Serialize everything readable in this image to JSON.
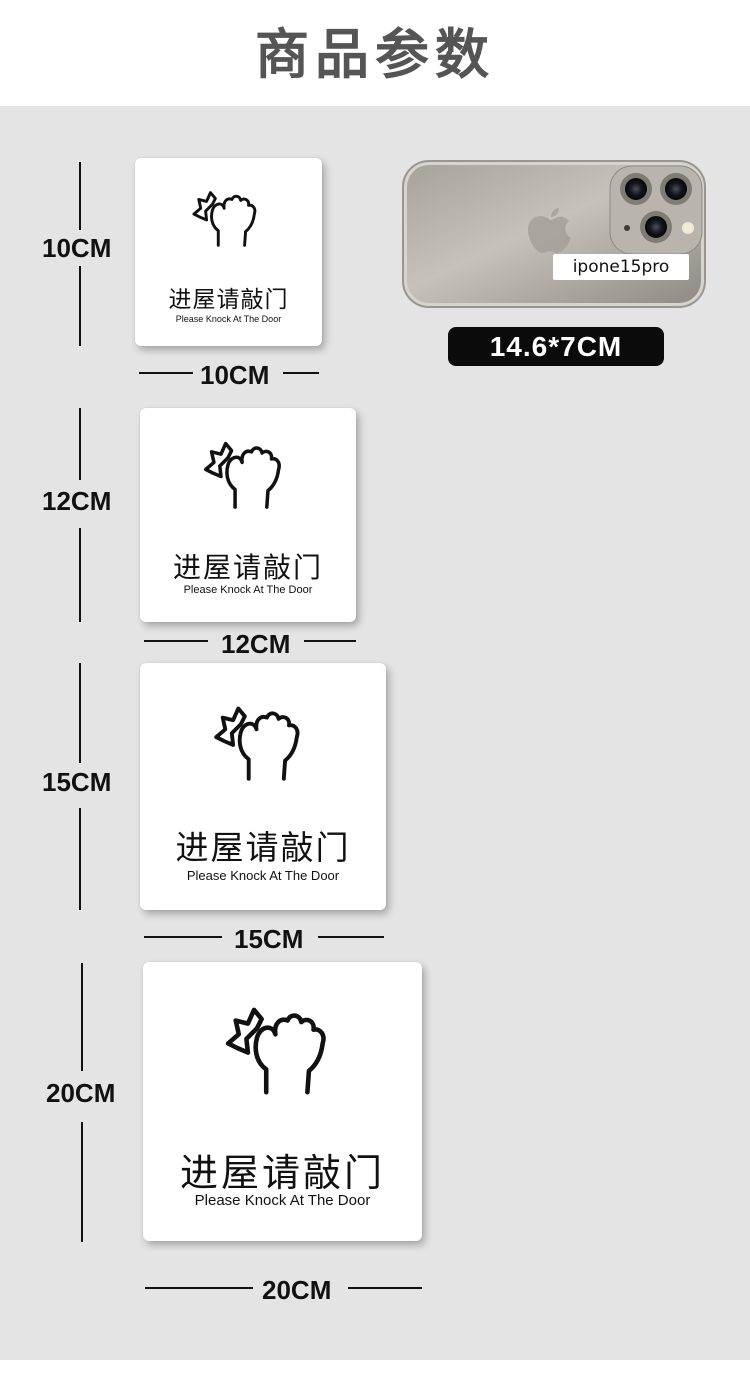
{
  "header": {
    "title": "商品参数"
  },
  "signs": [
    {
      "id": "10",
      "cn": "进屋请敲门",
      "en": "Please Knock At The Door",
      "height_label": "10CM",
      "width_label": "10CM"
    },
    {
      "id": "12",
      "cn": "进屋请敲门",
      "en": "Please Knock At The Door",
      "height_label": "12CM",
      "width_label": "12CM"
    },
    {
      "id": "15",
      "cn": "进屋请敲门",
      "en": "Please Knock At The Door",
      "height_label": "15CM",
      "width_label": "15CM"
    },
    {
      "id": "20",
      "cn": "进屋请敲门",
      "en": "Please Knock At The Door",
      "height_label": "20CM",
      "width_label": "20CM"
    }
  ],
  "phone": {
    "model_label": "ipone15pro",
    "size_label": "14.6*7CM"
  },
  "colors": {
    "background": "#e4e4e4",
    "sign": "#ffffff",
    "ink": "#111111",
    "title": "#555555"
  },
  "icons": {
    "sign_icon": "knocking-hand-icon",
    "phone_logo": "apple-logo-icon"
  }
}
